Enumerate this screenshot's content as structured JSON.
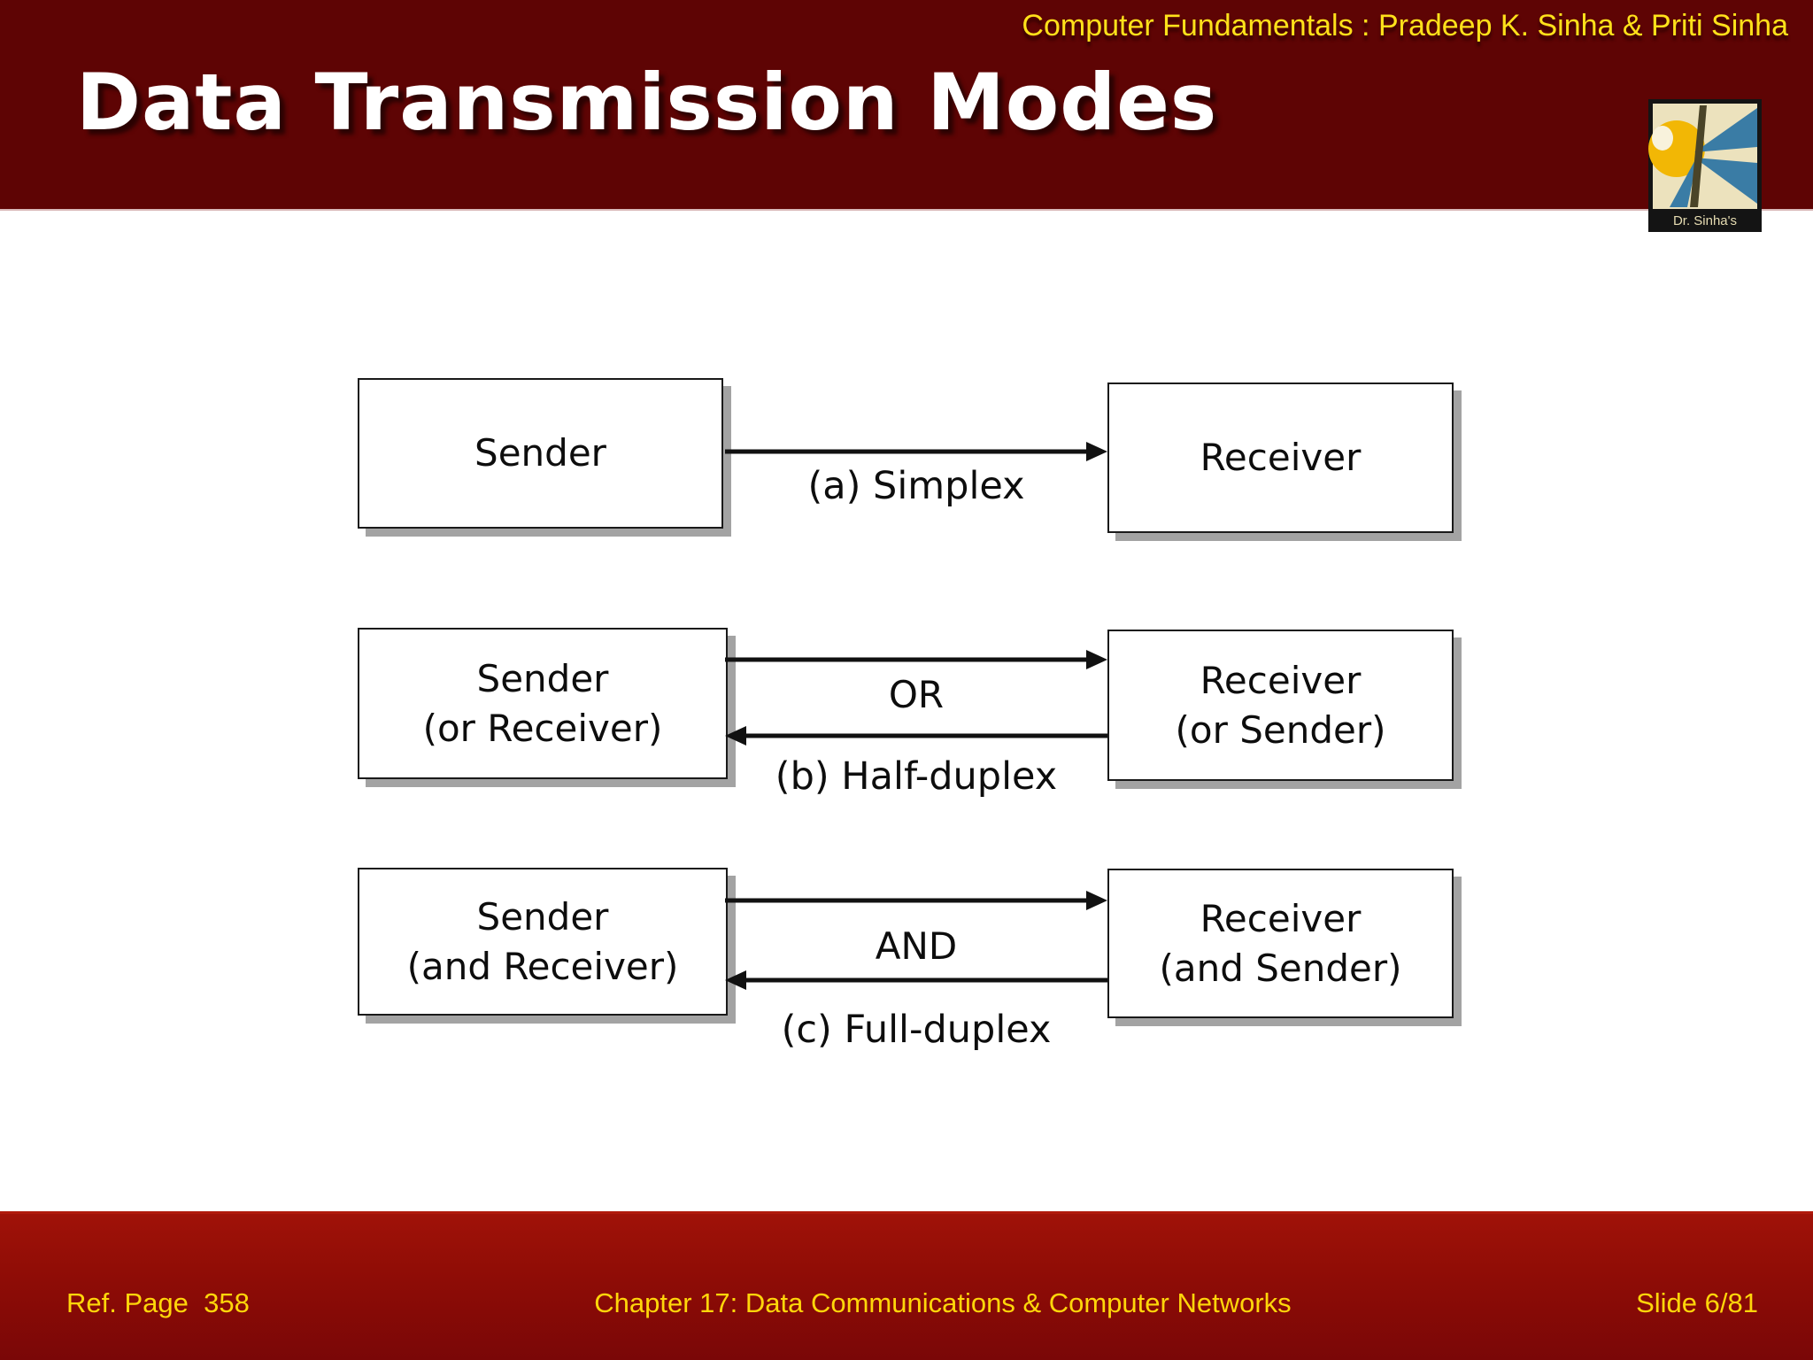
{
  "colors": {
    "header_bg": "#5e0404",
    "footer_red_top": "#a01208",
    "footer_red_bottom": "#7a0707",
    "accent_yellow": "#ffe11a",
    "box_shadow_gray": "#a3a3a3"
  },
  "header": {
    "book_credit": "Computer Fundamentals : Pradeep K. Sinha & Priti Sinha",
    "title": "Data Transmission Modes",
    "logo_label": "Dr. Sinha's"
  },
  "diagram": {
    "rows": [
      {
        "left": [
          "Sender"
        ],
        "right": [
          "Receiver"
        ],
        "mid_label": "",
        "caption": "(a) Simplex"
      },
      {
        "left": [
          "Sender",
          "(or Receiver)"
        ],
        "right": [
          "Receiver",
          "(or Sender)"
        ],
        "mid_label": "OR",
        "caption": "(b) Half-duplex"
      },
      {
        "left": [
          "Sender",
          "(and Receiver)"
        ],
        "right": [
          "Receiver",
          "(and Sender)"
        ],
        "mid_label": "AND",
        "caption": "(c) Full-duplex"
      }
    ]
  },
  "footer": {
    "ref": "Ref. Page  358",
    "chapter": "Chapter 17: Data Communications & Computer Networks",
    "slide": "Slide 6/81"
  }
}
